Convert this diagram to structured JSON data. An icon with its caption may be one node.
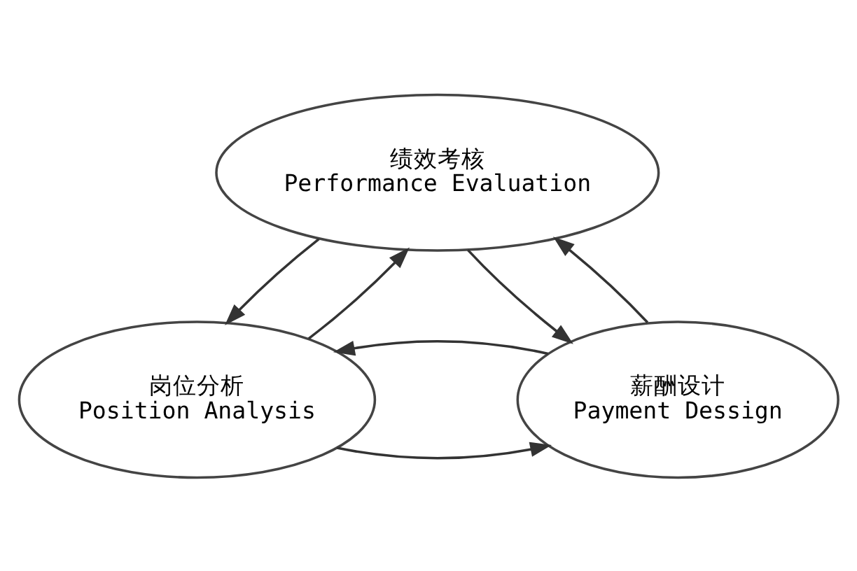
{
  "diagram": {
    "nodes": [
      {
        "text": [
          "绩效考核",
          "Performance Evaluation"
        ]
      },
      {
        "text": [
          "岗位分析",
          "Position Analysis"
        ]
      },
      {
        "text": [
          "薪酬设计",
          "Payment Dessign"
        ]
      }
    ],
    "edges": [
      {
        "from": 0,
        "to": 1,
        "arrow": "to"
      },
      {
        "from": 1,
        "to": 0,
        "arrow": "to"
      },
      {
        "from": 0,
        "to": 2,
        "arrow": "to"
      },
      {
        "from": 2,
        "to": 0,
        "arrow": "to"
      },
      {
        "from": 1,
        "to": 2,
        "arrow": "to"
      },
      {
        "from": 2,
        "to": 1,
        "arrow": "to"
      }
    ]
  }
}
